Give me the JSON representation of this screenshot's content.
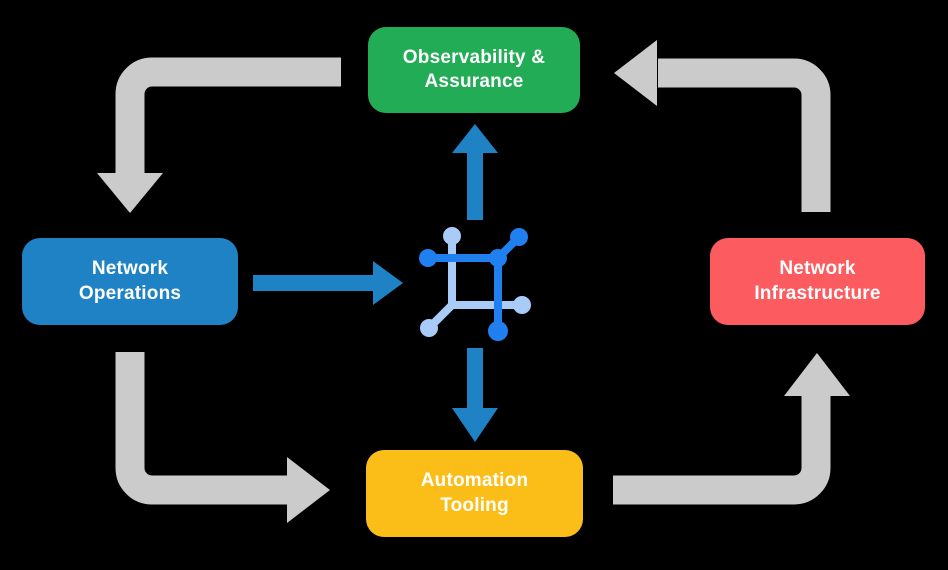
{
  "diagram": {
    "type": "cycle-diagram",
    "background_color": "#000000",
    "nodes": {
      "observability": {
        "line1": "Observability &",
        "line2": "Assurance",
        "color": "#22AC55",
        "position": "top-center"
      },
      "operations": {
        "line1": "Network",
        "line2": "Operations",
        "color": "#1E82C4",
        "position": "middle-left"
      },
      "infrastructure": {
        "line1": "Network",
        "line2": "Infrastructure",
        "color": "#FC5C5F",
        "position": "middle-right"
      },
      "automation": {
        "line1": "Automation",
        "line2": "Tooling",
        "color": "#FBBD17",
        "position": "bottom-center"
      }
    },
    "center_icon": {
      "name": "network-fabric-icon",
      "dark_blue": "#2080F0",
      "light_blue": "#A9CBF8"
    },
    "flows": [
      {
        "from": "observability",
        "to": "operations",
        "style": "gray-elbow-arrow"
      },
      {
        "from": "operations",
        "to": "automation",
        "style": "gray-elbow-arrow"
      },
      {
        "from": "automation",
        "to": "infrastructure",
        "style": "gray-elbow-arrow"
      },
      {
        "from": "infrastructure",
        "to": "observability",
        "style": "gray-elbow-arrow"
      },
      {
        "from": "operations",
        "to": "center-icon",
        "style": "blue-arrow"
      },
      {
        "from": "center-icon",
        "to": "observability",
        "style": "blue-arrow"
      },
      {
        "from": "center-icon",
        "to": "automation",
        "style": "blue-arrow"
      }
    ],
    "colors": {
      "gray_arrow": "#CBCBCB",
      "blue_arrow": "#1E82C4",
      "node_text": "#FFFFFF"
    }
  }
}
